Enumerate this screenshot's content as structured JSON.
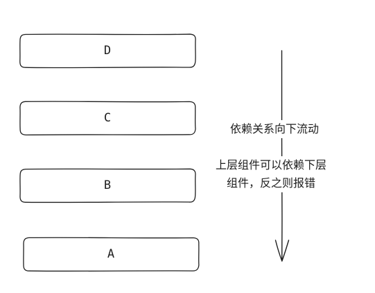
{
  "layers": [
    {
      "id": "D",
      "label": "D"
    },
    {
      "id": "C",
      "label": "C"
    },
    {
      "id": "B",
      "label": "B"
    },
    {
      "id": "A",
      "label": "A"
    }
  ],
  "notes": {
    "flow": "依赖关系向下流动",
    "rule_line1": "上层组件可以依赖下层",
    "rule_line2": "组件，反之则报错"
  },
  "colors": {
    "stroke": "#1e1e1e",
    "background": "#ffffff"
  }
}
